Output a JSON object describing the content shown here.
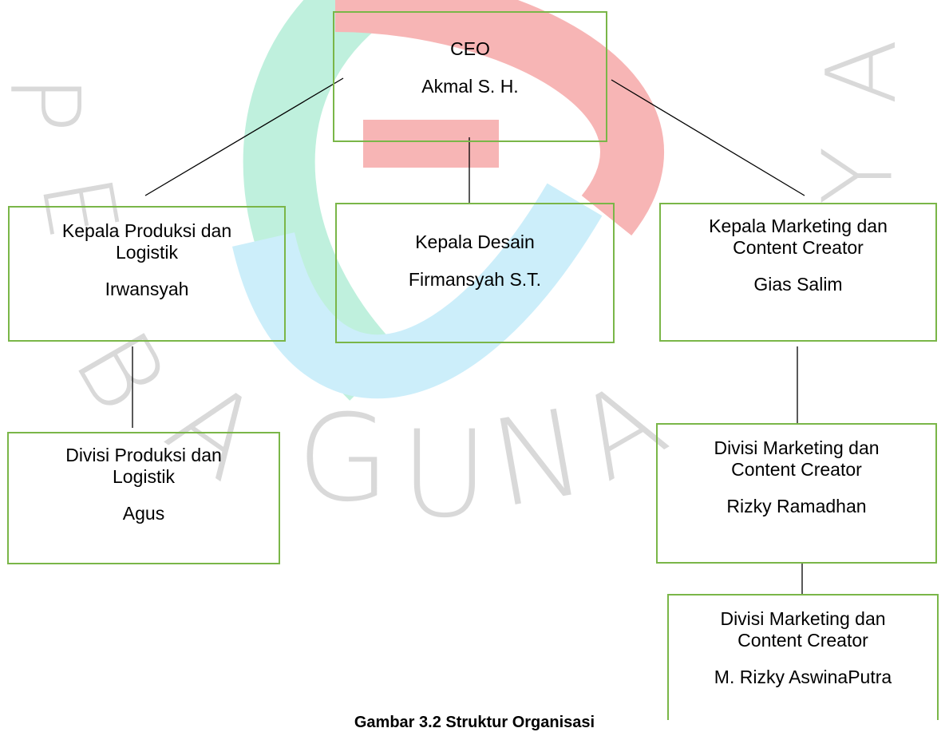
{
  "watermark": {
    "letters": [
      "P",
      "E",
      "B",
      "A",
      "G",
      "U",
      "N",
      "A",
      "Y",
      "A"
    ],
    "colors": {
      "teal": "#bff0dd",
      "cyan": "#cceefa",
      "red": "#f7b5b5",
      "letters": "#d9d9d9"
    }
  },
  "org": {
    "ceo": {
      "role": "CEO",
      "name": "Akmal S. H."
    },
    "kepala_produksi": {
      "role": "Kepala Produksi dan Logistik",
      "name": "Irwansyah"
    },
    "kepala_desain": {
      "role": "Kepala Desain",
      "name": "Firmansyah S.T."
    },
    "kepala_marketing": {
      "role": "Kepala Marketing dan Content Creator",
      "name": "Gias Salim"
    },
    "divisi_produksi": {
      "role": "Divisi Produksi dan Logistik",
      "name": "Agus"
    },
    "divisi_marketing_1": {
      "role": "Divisi Marketing dan Content Creator",
      "name": "Rizky Ramadhan"
    },
    "divisi_marketing_2": {
      "role": "Divisi Marketing dan Content Creator",
      "name": "M. Rizky AswinaPutra"
    }
  },
  "box_border_color": "#7ab648",
  "caption": "Gambar 3.2 Struktur Organisasi"
}
